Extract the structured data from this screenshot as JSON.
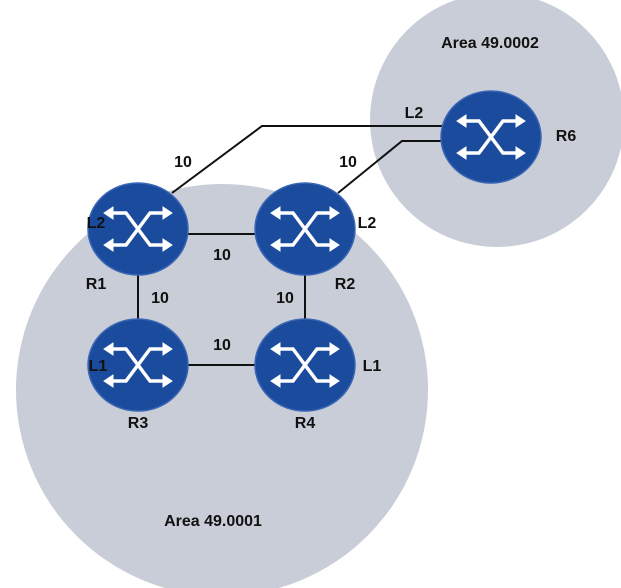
{
  "colors": {
    "area": "#c9cdd7",
    "router": "#1b4b9c",
    "router_edge": "#3a66b5",
    "link": "#111111",
    "icon": "#ffffff"
  },
  "areas": [
    {
      "id": "area1",
      "label": "Area 49.0001"
    },
    {
      "id": "area2",
      "label": "Area 49.0002"
    }
  ],
  "routers": [
    {
      "id": "R1",
      "name": "R1",
      "level": "L2"
    },
    {
      "id": "R2",
      "name": "R2",
      "level": "L2"
    },
    {
      "id": "R3",
      "name": "R3",
      "level": "L1"
    },
    {
      "id": "R4",
      "name": "R4",
      "level": "L1"
    },
    {
      "id": "R6",
      "name": "R6",
      "level": "L2"
    }
  ],
  "links": [
    {
      "from": "R1",
      "to": "R6",
      "cost": "10"
    },
    {
      "from": "R2",
      "to": "R6",
      "cost": "10"
    },
    {
      "from": "R1",
      "to": "R2",
      "cost": "10"
    },
    {
      "from": "R1",
      "to": "R3",
      "cost": "10"
    },
    {
      "from": "R2",
      "to": "R4",
      "cost": "10"
    },
    {
      "from": "R3",
      "to": "R4",
      "cost": "10"
    }
  ]
}
